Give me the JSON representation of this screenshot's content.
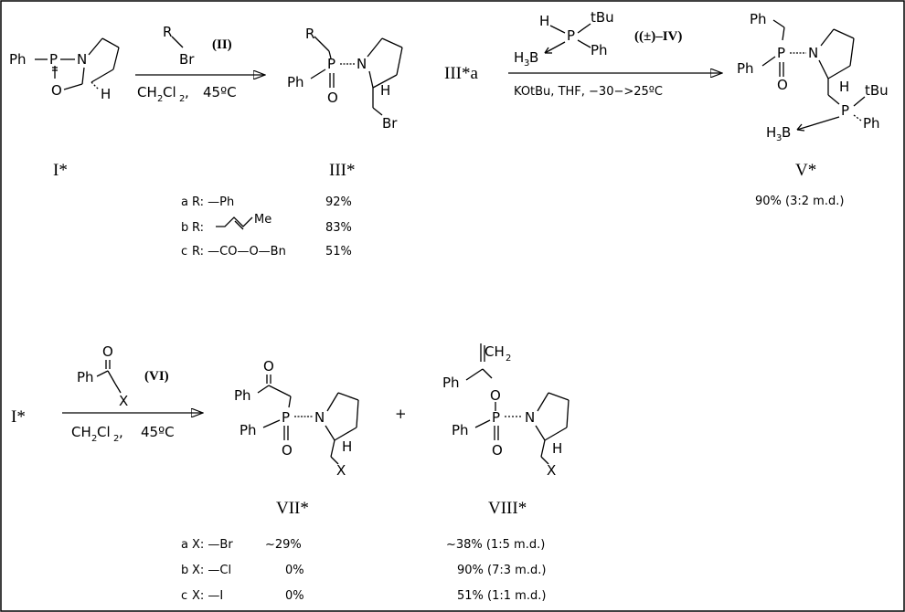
{
  "frame": {
    "border_color": "#000000",
    "background": "#ffffff"
  },
  "compounds": {
    "c1": "I*",
    "c3": "III*",
    "c3a": "III*a",
    "c5": "V*",
    "c1b": "I*",
    "c7": "VII*",
    "c8": "VIII*"
  },
  "atoms": {
    "ph": "Ph",
    "p": "P",
    "n": "N",
    "o": "O",
    "h": "H",
    "r": "R",
    "br": "Br",
    "tbu": "tBu",
    "x": "X",
    "b": "B",
    "plus": "+"
  },
  "reagents": {
    "r1_label": "(II)",
    "r1_solvent": "CH",
    "r1_cond": "45ºC",
    "r2_label": "((±)–IV)",
    "r2_cond": "KOtBu, THF, −30−>25ºC",
    "r3_label": "(VI)",
    "r3_cond": "45ºC"
  },
  "yields_top": [
    {
      "letter": "a",
      "r": "R: —Ph",
      "y": "92%"
    },
    {
      "letter": "b",
      "r": "R:",
      "me": "Me",
      "y": "83%"
    },
    {
      "letter": "c",
      "r": "R: —CO—O—Bn",
      "y": "51%"
    }
  ],
  "v_yield": "90% (3:2 m.d.)",
  "yields_bottom": [
    {
      "letter": "a",
      "x": "X: —Br",
      "y7": "~29%",
      "y8": "~38% (1:5 m.d.)"
    },
    {
      "letter": "b",
      "x": "X: —Cl",
      "y7": "0%",
      "y8": "90% (7:3 m.d.)"
    },
    {
      "letter": "c",
      "x": "X: —I",
      "y7": "0%",
      "y8": "51% (1:1 m.d.)"
    }
  ]
}
